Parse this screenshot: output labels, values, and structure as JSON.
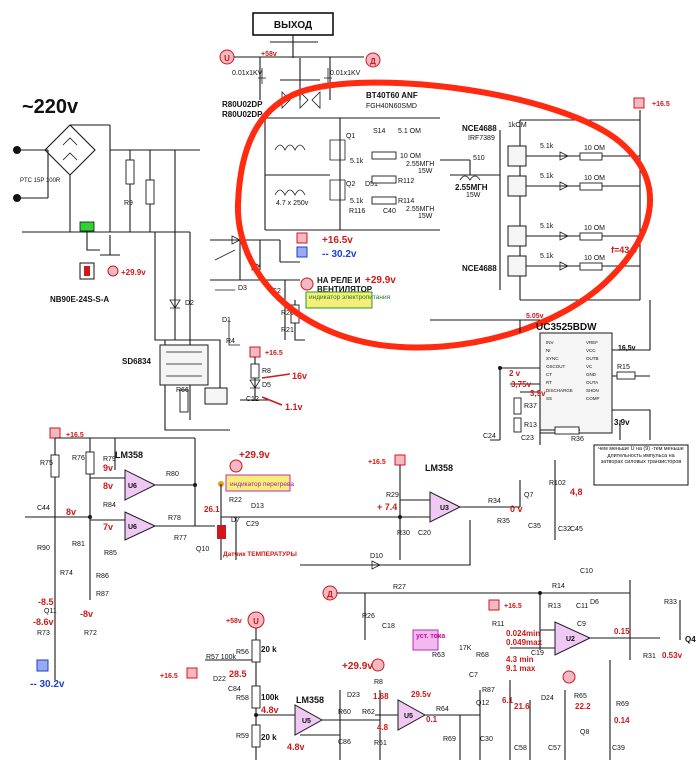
{
  "output_box": {
    "label": "ВЫХОД"
  },
  "mains": {
    "voltage": "~220v"
  },
  "colors": {
    "annotation_red": "#d01818",
    "annotation_blue": "#1d3fcf",
    "opamp_fill": "#f0c8f4",
    "sign_fill": "#f2b8c4",
    "highlight_circle": "#ff2a10",
    "relay_green": "#2fd22f",
    "label_yellow": "#f7ee7a"
  },
  "top": {
    "u_marker": "U",
    "d_marker": "Д",
    "v58": "+58v",
    "cap_left": "0.01x1KV",
    "cap_right": "0.01x1KV",
    "diode_line1": "R80U02DP",
    "diode_line2": "R80U02DP",
    "igbt_line1": "BT40T60 ANF",
    "igbt_line2": "FGH40N60SMD"
  },
  "power_stage": {
    "q1": "Q1",
    "q2": "Q2",
    "s14": "S14",
    "d51": "D51",
    "r_5_1_ohm": "5.1 OM",
    "r_10_ohm": "10 OM",
    "r_5_1k_a": "5.1k",
    "r_5_1k_b": "5.1k",
    "r112": "R112",
    "r114": "R114",
    "r116": "R116",
    "c40": "C40",
    "r9": "R9",
    "res_2_55_a": "2.55МГН",
    "res_2_55_a_w": "15W",
    "res_2_55_b": "2.55МГН",
    "res_2_55_b_w": "15W",
    "cap_4_7": "4.7 x 250v"
  },
  "driver": {
    "nce_top": "NCE4688",
    "nce_top_sub": "IRF7389",
    "nce_bottom": "NCE4688",
    "r510": "510",
    "ind": "2.55МГН",
    "ind_w": "15W",
    "r1k": "1kOM",
    "res_labels": [
      "5.1k",
      "5.1k",
      "5.1k",
      "5.1k"
    ],
    "res10": [
      "10 OM",
      "10 OM",
      "10 OM",
      "10 OM"
    ],
    "plus16": "+16.5",
    "freq": "f=43.5"
  },
  "input": {
    "ptc": "PTC 15P 100R",
    "relay": "NB90E-24S-S-A",
    "v29": "+29.9v",
    "supply_chip": "SD6834",
    "d2": "D2",
    "d1": "D1",
    "d3": "D3",
    "r4": "R4",
    "r66": "R66",
    "r8": "R8",
    "d5": "D5",
    "c12": "C12",
    "r20": "R20",
    "r21": "R21",
    "c2": "C2"
  },
  "rails": {
    "v16_5": "+16.5v",
    "v30_2": "-- 30.2v",
    "relay_fan": "НА РЕЛЕ И",
    "relay_fan2": "ВЕНТИЛЯТОР",
    "v29_9": "+29.9v",
    "power_indicator": "индикатор электропитания",
    "plus16_small": "+16.5",
    "out16": "16v",
    "out1_1": "1.1v"
  },
  "pwm": {
    "chip": "UC3525BDW",
    "v5_05": "5.05v",
    "v16_5": "16,5v",
    "v2": "2 v",
    "v3_75": "3,75v",
    "v3_9": "3,9v",
    "v3_9b": "3,9v",
    "r15": "R15",
    "r37": "R37",
    "r13": "R13",
    "r36": "R36",
    "c23": "C23",
    "c24": "C24",
    "pins": [
      "INV",
      "NI",
      "SYNC",
      "OSCOUT",
      "CT",
      "RT",
      "DISCHARGE",
      "SS",
      "VREF",
      "VCC",
      "OUTB",
      "VC",
      "GND",
      "OUTA",
      "SHDN",
      "COMP"
    ],
    "note": "чем меньше U на (9) -тем меньше длительность импульса на затворах силовых транзисторов"
  },
  "thermal": {
    "plus16": "+16.5",
    "r75": "R75",
    "r76": "R76",
    "r79": "R79",
    "r84": "R84",
    "r80": "R80",
    "r78": "R78",
    "r77": "R77",
    "r85": "R85",
    "r81": "R81",
    "r90": "R90",
    "r74": "R74",
    "r86": "R86",
    "r87": "R87",
    "r73": "R73",
    "r72": "R72",
    "q11": "Q11",
    "q10": "Q10",
    "c44": "C44",
    "lm358": "LM358",
    "u6a": "U6",
    "u6b": "U6",
    "v9": "9v",
    "v8": "8v",
    "v8b": "8v",
    "v7": "7v",
    "v8_5": "-8.5",
    "v8_6": "-8.6v",
    "v8c": "-8v",
    "v30_2": "-- 30.2v",
    "v29_9": "+29.9v",
    "overheat": "индикатор перегрева",
    "r22": "R22",
    "d13": "D13",
    "d7": "D7",
    "c29": "C29",
    "v26_1": "26.1",
    "temp_sensor": "Датчик ТЕМПЕРАТУРЫ"
  },
  "feedback": {
    "plus16": "+16.5",
    "lm358": "LM358",
    "u3": "U3",
    "r29": "R29",
    "r30": "R30",
    "c20": "C20",
    "r34": "R34",
    "r35": "R35",
    "q7": "Q7",
    "c35": "C35",
    "r102": "R102",
    "c32": "C32",
    "c45": "C45",
    "v7_4": "+ 7.4",
    "v0": "0 v",
    "v4_8": "4,8",
    "d10": "D10"
  },
  "current": {
    "d_marker": "Д",
    "r27": "R27",
    "r26": "R26",
    "c18": "C18",
    "r14": "R14",
    "c10": "C10",
    "d6": "D6",
    "r13": "R13",
    "c11": "C11",
    "c9": "C9",
    "r11": "R11",
    "r63": "R63",
    "r68": "R68",
    "r17k": "17K",
    "c19": "C19",
    "c7": "C7",
    "r87": "R87",
    "r33": "R33",
    "r31": "R31",
    "q4": "Q4",
    "u2": "U2",
    "plus16": "+16.5",
    "set_current": "уст. тока",
    "i_min": "0.024min",
    "i_max": "0.049max",
    "v_min": "4.3 min",
    "v_max": "9.1 max",
    "v0_15": "0.15",
    "v0_53": "0.53v"
  },
  "bottom": {
    "u_marker": "U",
    "v58": "+58v",
    "r57": "R57 100k",
    "d22": "D22",
    "c84": "C84",
    "r56": "R56",
    "r58": "R58",
    "r59": "R59",
    "k20a": "20 k",
    "k100": "100k",
    "k20b": "20 k",
    "v28_5": "28.5",
    "v4_8": "4.8v",
    "v4_8b": "4.8v",
    "lm358": "LM358",
    "u5": "U5",
    "plus16": "+16.5",
    "d23": "D23",
    "r60": "R60",
    "r62": "R62",
    "c86": "C86",
    "r61": "R61",
    "v29_9": "+29.9v",
    "r8": "R8",
    "v1_68": "1.68",
    "v4_8c": "4.8",
    "u5b": "U5",
    "v29_5": "29.5v",
    "v0_1": "0.1",
    "r64": "R64",
    "r69": "R69",
    "q12": "Q12",
    "c30": "C30",
    "v6_1": "6.1",
    "d24": "D24",
    "c58": "C58",
    "c57": "C57",
    "v21_6": "21.6",
    "r65": "R65",
    "v22_2": "22.2",
    "q8": "Q8",
    "r69b": "R69",
    "v0_14": "0.14",
    "c39": "C39"
  }
}
